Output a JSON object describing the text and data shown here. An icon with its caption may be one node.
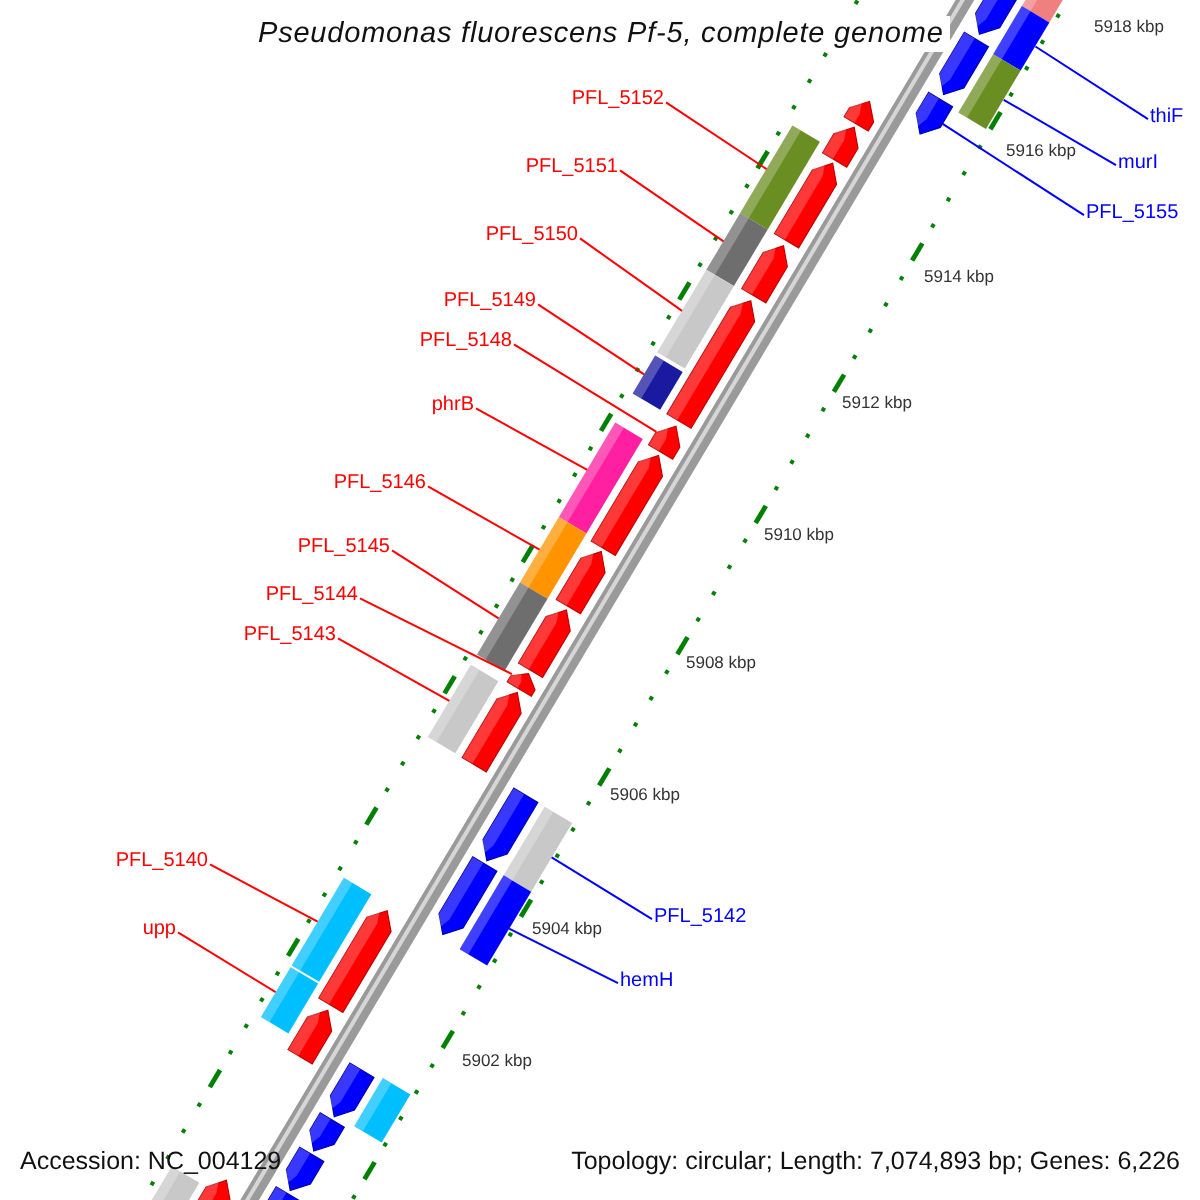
{
  "diagram": {
    "title": "Pseudomonas fluorescens Pf-5, complete genome",
    "nodes": [
      {
        "text": [
          "PFL_5152"
        ]
      },
      {
        "text": [
          "thiF"
        ]
      },
      {
        "text": [
          "murI"
        ]
      },
      {
        "text": [
          "PFL_5151"
        ]
      },
      {
        "text": [
          "PFL_5155"
        ]
      },
      {
        "text": [
          "PFL_5150"
        ]
      },
      {
        "text": [
          "PFL_5149"
        ]
      },
      {
        "text": [
          "PFL_5148"
        ]
      },
      {
        "text": [
          "phrB"
        ]
      },
      {
        "text": [
          "PFL_5146"
        ]
      },
      {
        "text": [
          "PFL_5145"
        ]
      },
      {
        "text": [
          "PFL_5144"
        ]
      },
      {
        "text": [
          "PFL_5143"
        ]
      },
      {
        "text": [
          "PFL_5140"
        ]
      },
      {
        "text": [
          "PFL_5142"
        ]
      },
      {
        "text": [
          "upp"
        ]
      },
      {
        "text": [
          "hemH"
        ]
      },
      {
        "text": [],
        "shape": "bar"
      },
      {
        "text": [],
        "shape": "arrow"
      },
      {
        "text": [],
        "shape": "bar"
      },
      {
        "text": [],
        "shape": "arrow"
      },
      {
        "text": [],
        "shape": "bar"
      },
      {
        "text": [],
        "shape": "arrow"
      },
      {
        "text": [],
        "shape": "arrow"
      },
      {
        "text": [],
        "shape": "arrow"
      },
      {
        "text": [],
        "shape": "bar"
      },
      {
        "text": [],
        "shape": "arrow"
      },
      {
        "text": [],
        "shape": "bar"
      },
      {
        "text": [],
        "shape": "arrow"
      },
      {
        "text": [],
        "shape": "bar"
      },
      {
        "text": [],
        "shape": "arrow"
      },
      {
        "text": [],
        "shape": "bar"
      },
      {
        "text": [],
        "shape": "arrow"
      },
      {
        "text": [],
        "shape": "bar"
      },
      {
        "text": [],
        "shape": "arrow"
      },
      {
        "text": [],
        "shape": "bar"
      },
      {
        "text": [],
        "shape": "arrow"
      },
      {
        "text": [],
        "shape": "arrow"
      },
      {
        "text": [],
        "shape": "bar"
      },
      {
        "text": [],
        "shape": "arrow"
      },
      {
        "text": [],
        "shape": "bar"
      },
      {
        "text": [],
        "shape": "arrow"
      },
      {
        "text": [],
        "shape": "bar"
      },
      {
        "text": [],
        "shape": "arrow"
      },
      {
        "text": [],
        "shape": "arrow"
      },
      {
        "text": [],
        "shape": "bar"
      },
      {
        "text": [],
        "shape": "bar"
      },
      {
        "text": [],
        "shape": "arrow"
      },
      {
        "text": [],
        "shape": "bar"
      },
      {
        "text": [],
        "shape": "arrow"
      },
      {
        "text": [],
        "shape": "bar"
      },
      {
        "text": [],
        "shape": "arrow"
      },
      {
        "text": [],
        "shape": "arrow"
      },
      {
        "text": [],
        "shape": "arrow"
      },
      {
        "text": [],
        "shape": "arrow"
      },
      {
        "text": [],
        "shape": "arrow"
      },
      {
        "text": [],
        "shape": "bar"
      }
    ],
    "edges": [
      {
        "from": 0,
        "to": 25,
        "arrow": "none"
      },
      {
        "from": 1,
        "to": 19,
        "arrow": "none",
        "color": "#0000ff"
      },
      {
        "from": 2,
        "to": 21,
        "arrow": "none",
        "color": "#0000ff"
      },
      {
        "from": 3,
        "to": 27,
        "arrow": "none"
      },
      {
        "from": 4,
        "to": 22,
        "arrow": "none",
        "color": "#0000ff"
      },
      {
        "from": 5,
        "to": 29,
        "arrow": "none"
      },
      {
        "from": 6,
        "to": 31,
        "arrow": "none"
      },
      {
        "from": 7,
        "to": 32,
        "arrow": "none"
      },
      {
        "from": 8,
        "to": 33,
        "arrow": "none"
      },
      {
        "from": 9,
        "to": 35,
        "arrow": "none"
      },
      {
        "from": 10,
        "to": 38,
        "arrow": "none"
      },
      {
        "from": 11,
        "to": 39,
        "arrow": "none"
      },
      {
        "from": 12,
        "to": 40,
        "arrow": "none"
      },
      {
        "from": 13,
        "to": 46,
        "arrow": "none"
      },
      {
        "from": 14,
        "to": 42,
        "arrow": "none",
        "color": "#0000ff"
      },
      {
        "from": 15,
        "to": 48,
        "arrow": "none"
      },
      {
        "from": 16,
        "to": 45,
        "arrow": "none",
        "color": "#0000ff"
      }
    ],
    "labels": [
      "5918 kbp",
      "5916 kbp",
      "5914 kbp",
      "5912 kbp",
      "5910 kbp",
      "5908 kbp",
      "5906 kbp",
      "5904 kbp",
      "5902 kbp",
      "Accession: NC_004129",
      "Topology: circular; Length: 7,074,893 bp; Genes: 6,226"
    ]
  }
}
